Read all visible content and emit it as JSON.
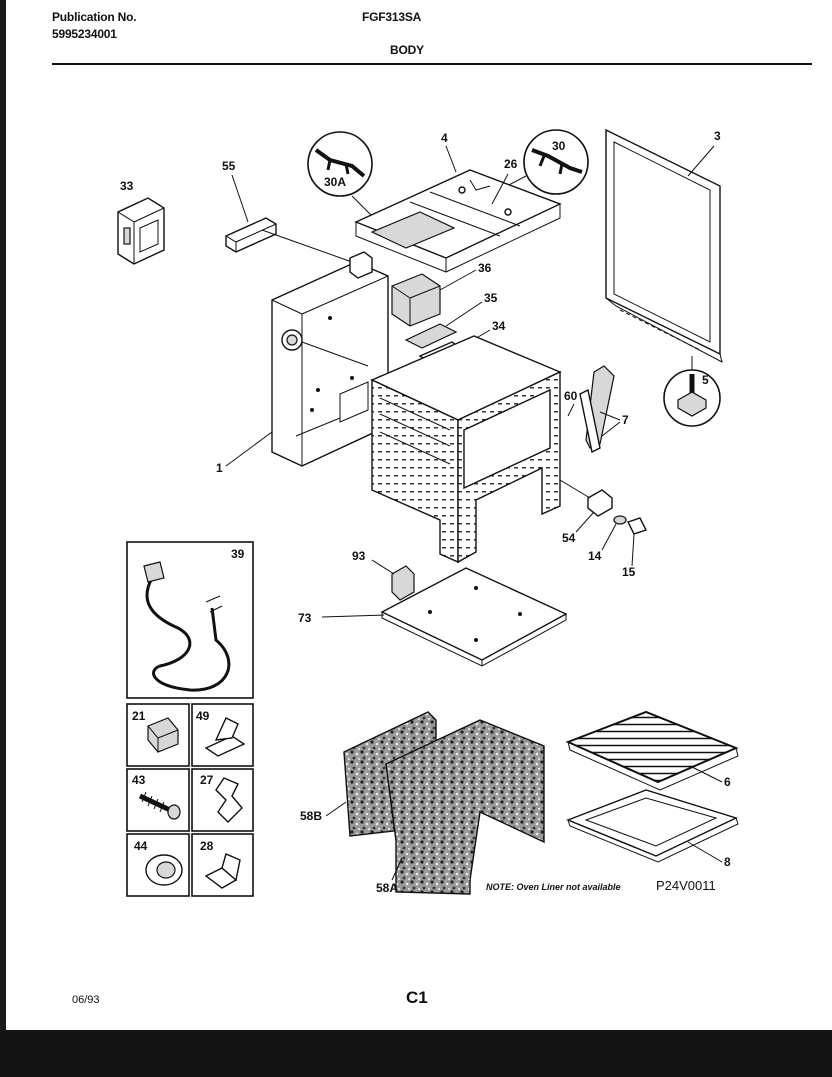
{
  "header": {
    "publication_label": "Publication No.",
    "publication_number": "5995234001",
    "model": "FGF313SA",
    "section": "BODY"
  },
  "footer": {
    "date": "06/93",
    "page": "C1"
  },
  "diagram": {
    "code": "P24V0011",
    "note": "NOTE: Oven Liner not available",
    "labels": {
      "p33": "33",
      "p55": "55",
      "p30A": "30A",
      "p4": "4",
      "p26": "26",
      "p30": "30",
      "p3": "3",
      "p36": "36",
      "p35": "35",
      "p34": "34",
      "p5": "5",
      "p60": "60",
      "p7": "7",
      "p1": "1",
      "p54": "54",
      "p14": "14",
      "p15": "15",
      "p93": "93",
      "p73": "73",
      "p39": "39",
      "p21": "21",
      "p49": "49",
      "p43": "43",
      "p27": "27",
      "p44": "44",
      "p28": "28",
      "p58B": "58B",
      "p58A": "58A",
      "p6": "6",
      "p8": "8"
    }
  }
}
